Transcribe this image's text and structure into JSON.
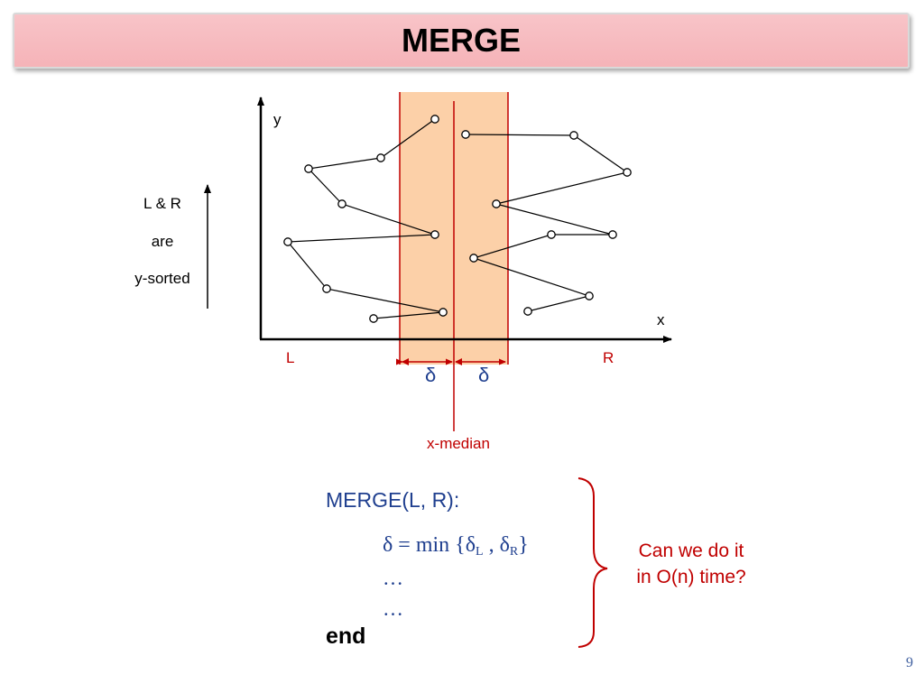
{
  "slide": {
    "title": "MERGE",
    "page_number": "9"
  },
  "diagram": {
    "axis_y_label": "y",
    "axis_x_label": "x",
    "left_label": "L",
    "right_label": "R",
    "delta_left": "δ",
    "delta_right": "δ",
    "median_label": "x-median",
    "sorted_note": [
      "L & R",
      "are",
      "y-sorted"
    ],
    "colors": {
      "strip_fill": "#fcd0a8",
      "strip_border": "#c00000",
      "median_line": "#c00000",
      "delta_text": "#1f3f8f",
      "lr_labels": "#c00000"
    }
  },
  "pseudocode": {
    "header": "MERGE(L, R):",
    "line1": {
      "prefix": "δ = min {",
      "d1": "δ",
      "sub1": "L",
      "sep": " , ",
      "d2": "δ",
      "sub2": "R",
      "suffix": "}"
    },
    "line2": "…",
    "line3": "…",
    "end": "end"
  },
  "question": [
    "Can we do it",
    "in O(n) time?"
  ]
}
